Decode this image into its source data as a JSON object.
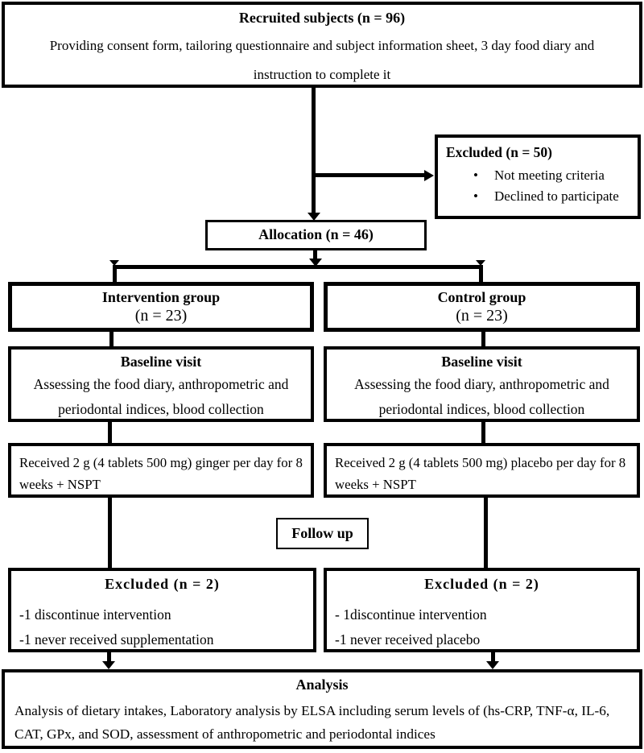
{
  "colors": {
    "line": "#000000",
    "background": "#ffffff",
    "text": "#000000"
  },
  "bullet_glyph": "•",
  "boxes": {
    "recruited": {
      "title": "Recruited subjects (n = 96)",
      "body": "Providing consent form, tailoring questionnaire and subject information sheet, 3 day food diary and instruction to complete it"
    },
    "excluded_screening": {
      "title": "Excluded (n = 50)",
      "bullets": [
        "Not meeting criteria",
        "Declined to participate"
      ]
    },
    "allocation": {
      "title": "Allocation (n = 46)"
    },
    "intervention_group": {
      "title": "Intervention group",
      "subtitle": "(n = 23)"
    },
    "control_group": {
      "title": "Control group",
      "subtitle": "(n = 23)"
    },
    "baseline_left": {
      "title": "Baseline visit",
      "body": "Assessing the food diary, anthropometric and periodontal indices, blood collection"
    },
    "baseline_right": {
      "title": "Baseline visit",
      "body": "Assessing the food diary, anthropometric and periodontal indices, blood collection"
    },
    "received_left": {
      "body": "Received 2 g (4 tablets 500 mg) ginger per day for 8 weeks + NSPT"
    },
    "received_right": {
      "body": "Received 2 g (4 tablets 500 mg) placebo per day for 8 weeks + NSPT"
    },
    "follow_up": {
      "title": "Follow up"
    },
    "excluded_intervention": {
      "title": "Excluded (n = 2)",
      "lines": [
        "-1 discontinue intervention",
        "-1 never received supplementation"
      ]
    },
    "excluded_control": {
      "title": "Excluded (n = 2)",
      "lines": [
        "- 1discontinue intervention",
        "-1 never received placebo"
      ]
    },
    "analysis": {
      "title": "Analysis",
      "body": "Analysis of dietary intakes, Laboratory analysis by ELSA including serum levels of (hs-CRP, TNF-α, IL-6, CAT, GPx, and SOD, assessment of anthropometric and periodontal indices"
    }
  }
}
